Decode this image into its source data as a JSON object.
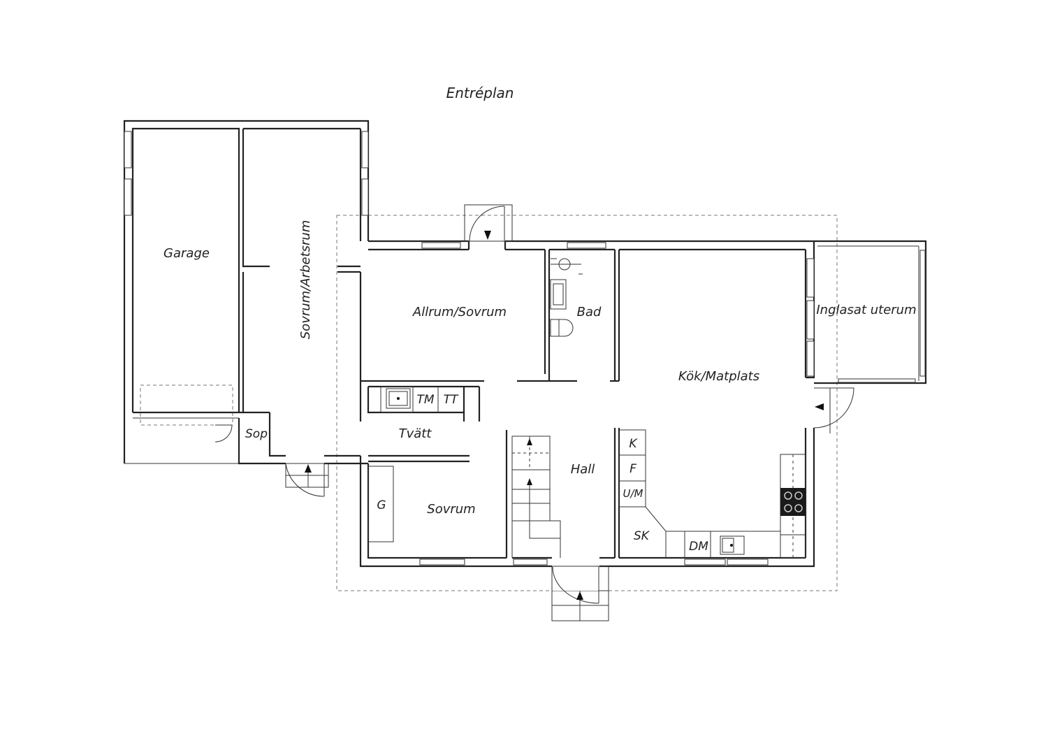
{
  "title": "Entréplan",
  "rooms": {
    "garage": "Garage",
    "sovrum_arbetsrum": "Sovrum/Arbetsrum",
    "allrum_sovrum": "Allrum/Sovrum",
    "bad": "Bad",
    "inglasat_uterum": "Inglasat uterum",
    "kok_matplats": "Kök/Matplats",
    "tvatt": "Tvätt",
    "hall": "Hall",
    "sovrum": "Sovrum"
  },
  "fixtures": {
    "sop": "Sop",
    "tm": "TM",
    "tt": "TT",
    "k": "K",
    "f": "F",
    "um": "U/M",
    "sk": "SK",
    "dm": "DM",
    "g": "G"
  },
  "colors": {
    "wall": "#222222",
    "dashed_outline": "#777777",
    "stove": "#1a1a1a"
  }
}
